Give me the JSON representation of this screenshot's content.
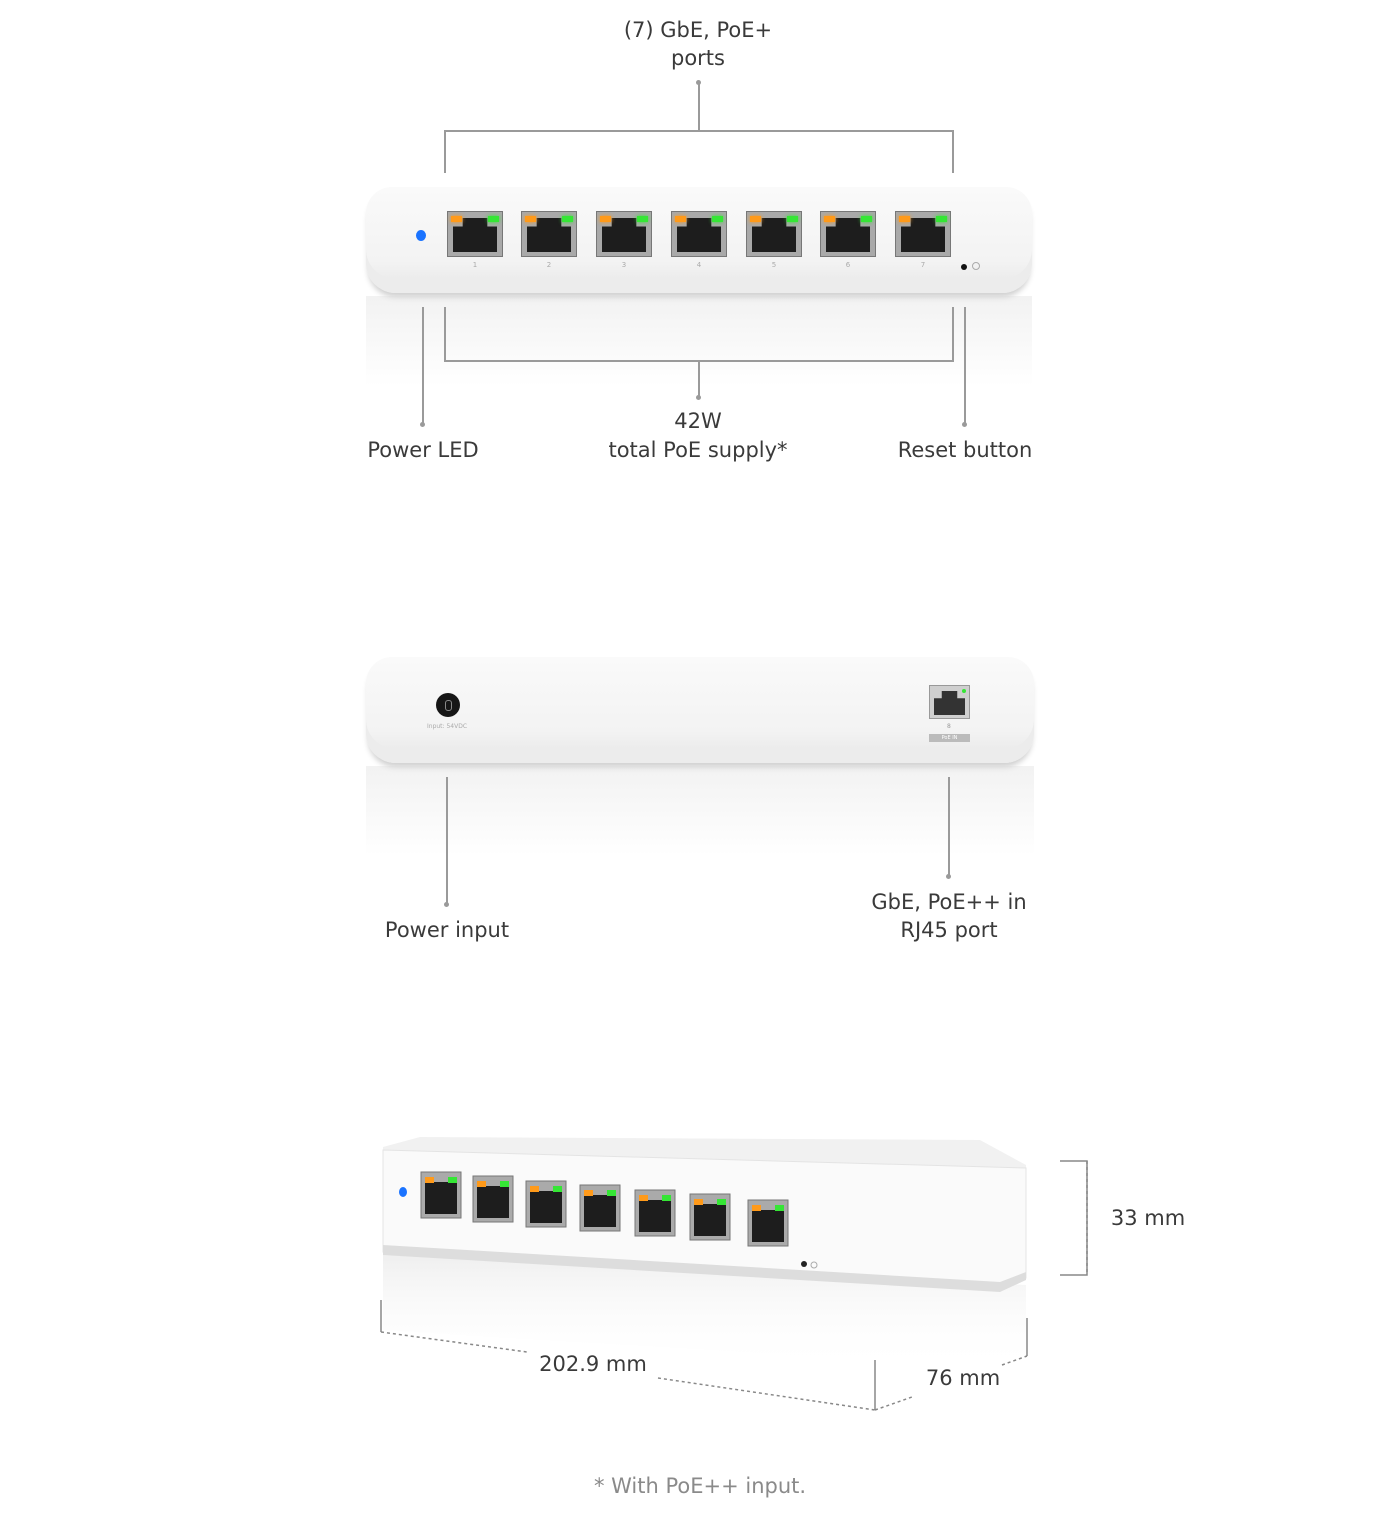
{
  "front_view": {
    "callouts": {
      "ports_line1": "(7) GbE, PoE+",
      "ports_line2": "ports",
      "power_led": "Power LED",
      "poe_supply_line1": "42W",
      "poe_supply_line2": "total PoE supply*",
      "reset_button": "Reset button"
    },
    "port_labels": [
      "1",
      "2",
      "3",
      "4",
      "5",
      "6",
      "7"
    ],
    "led_colors": {
      "power": "#1a73ff",
      "link_orange": "#ff9a1a",
      "link_green": "#35e635"
    }
  },
  "back_view": {
    "callouts": {
      "power_input": "Power input",
      "uplink_line1": "GbE, PoE++ in",
      "uplink_line2": "RJ45 port"
    },
    "input_label": "Input: 54VDC",
    "port_number": "8",
    "poe_in_badge": "PoE IN"
  },
  "dimensions": {
    "height": "33 mm",
    "width": "202.9 mm",
    "depth": "76 mm"
  },
  "footnote": "* With PoE++ input."
}
